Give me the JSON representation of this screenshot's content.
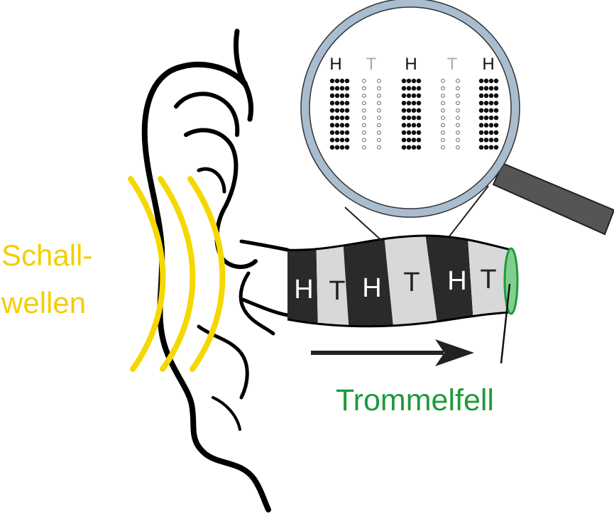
{
  "labels": {
    "sound_waves_line1": "Schall-",
    "sound_waves_line2": "wellen",
    "eardrum": "Trommelfell"
  },
  "ear_canal_bands": [
    "H",
    "T",
    "H",
    "T",
    "H",
    "T"
  ],
  "magnifier_columns": [
    "H",
    "T",
    "H",
    "T",
    "H"
  ],
  "colors": {
    "sound_waves": "#f5d800",
    "eardrum": "#1f9a3c",
    "high_pressure_band": "#2a2a2a",
    "low_pressure_band": "#d8d8d8",
    "lens_rim": "#a9bdcf",
    "handle": "#555555",
    "ear_outline": "#000000"
  },
  "icons": {
    "magnifier": "magnifying-glass-icon",
    "direction": "arrow-right-icon"
  }
}
